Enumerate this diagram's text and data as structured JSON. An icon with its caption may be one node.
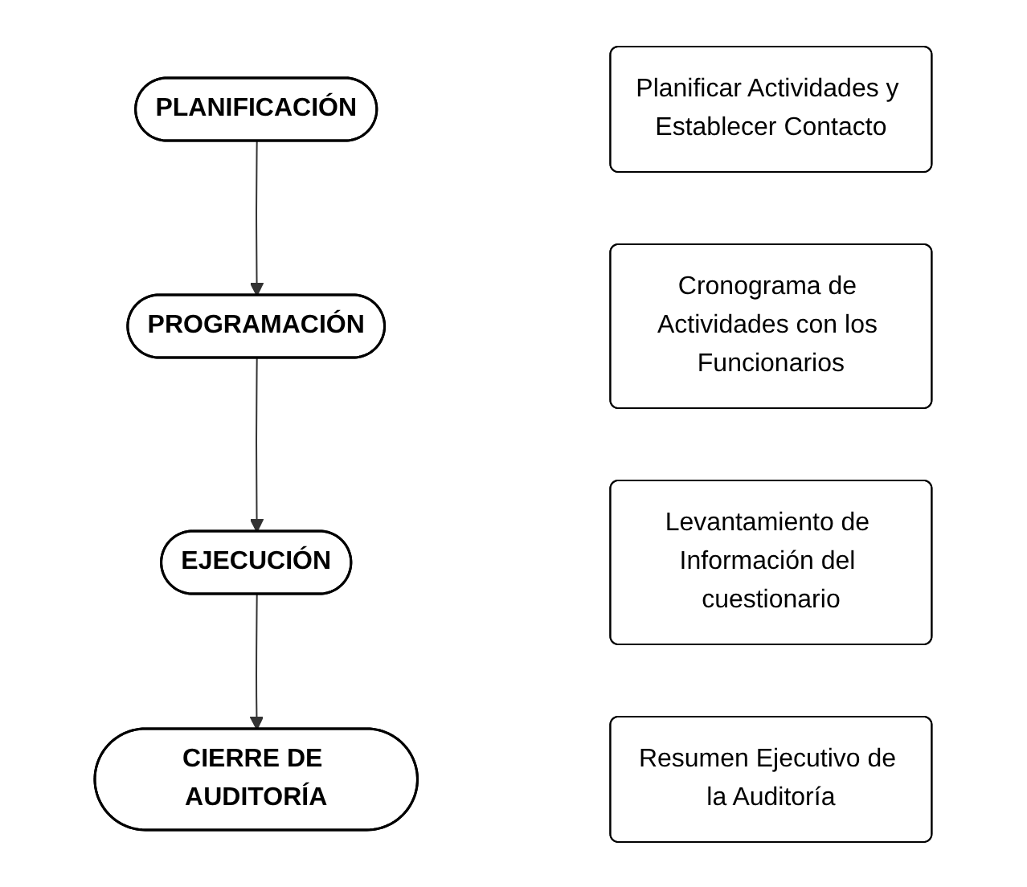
{
  "diagram": {
    "nodes": [
      {
        "text": [
          "PLANIFICACIÓN"
        ]
      },
      {
        "text": [
          "Planificar Actividades y Establecer Contacto"
        ]
      },
      {
        "text": [
          "PROGRAMACIÓN"
        ]
      },
      {
        "text": [
          "Cronograma de Actividades con los Funcionarios"
        ]
      },
      {
        "text": [
          "EJECUCIÓN"
        ]
      },
      {
        "text": [
          "Levantamiento de Información del cuestionario"
        ]
      },
      {
        "text": [
          "CIERRE DE AUDITORÍA"
        ]
      },
      {
        "text": [
          "Resumen Ejecutivo de la Auditoría"
        ]
      }
    ],
    "edges": [
      {
        "from": 0,
        "to": 2,
        "arrow": "to"
      },
      {
        "from": 2,
        "to": 4,
        "arrow": "to"
      },
      {
        "from": 4,
        "to": 6,
        "arrow": "to"
      }
    ]
  }
}
